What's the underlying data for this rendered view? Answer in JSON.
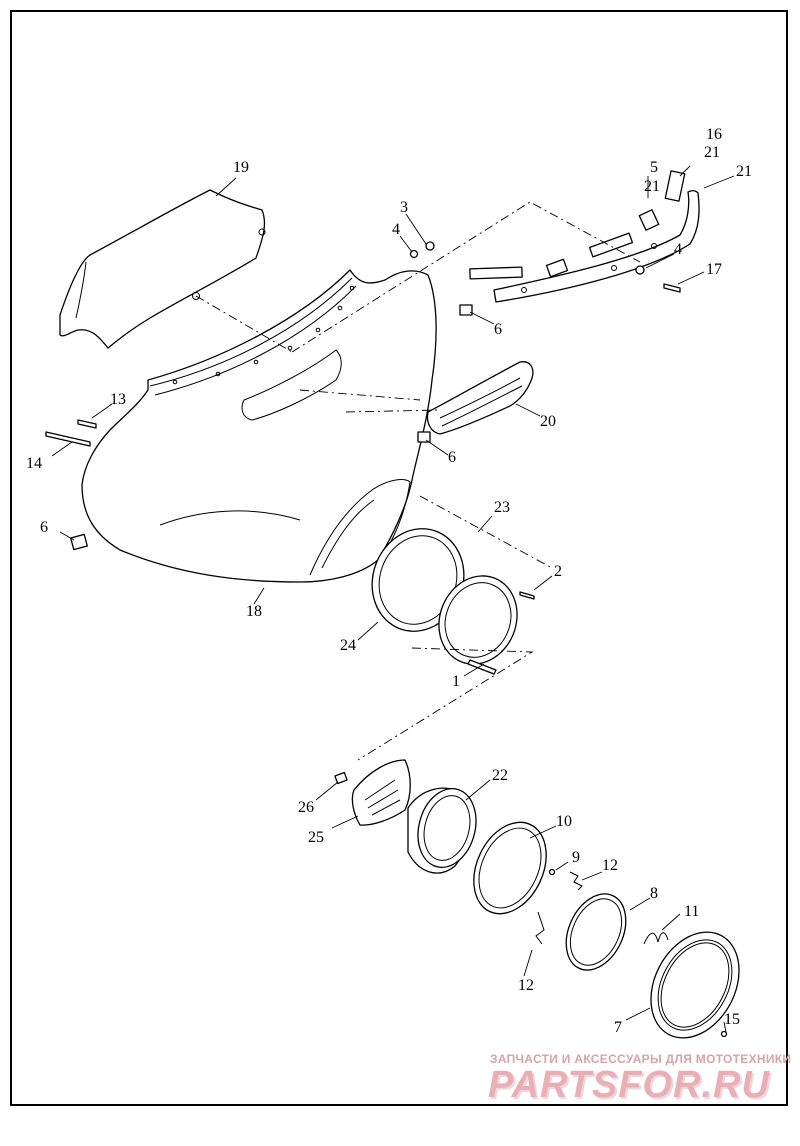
{
  "diagram": {
    "callouts": [
      {
        "id": "c1",
        "text": "1"
      },
      {
        "id": "c2",
        "text": "2"
      },
      {
        "id": "c3",
        "text": "3"
      },
      {
        "id": "c4a",
        "text": "4"
      },
      {
        "id": "c4b",
        "text": "4"
      },
      {
        "id": "c5",
        "text": "5"
      },
      {
        "id": "c6a",
        "text": "6"
      },
      {
        "id": "c6b",
        "text": "6"
      },
      {
        "id": "c6c",
        "text": "6"
      },
      {
        "id": "c7",
        "text": "7"
      },
      {
        "id": "c8",
        "text": "8"
      },
      {
        "id": "c9",
        "text": "9"
      },
      {
        "id": "c10",
        "text": "10"
      },
      {
        "id": "c11",
        "text": "11"
      },
      {
        "id": "c12a",
        "text": "12"
      },
      {
        "id": "c12b",
        "text": "12"
      },
      {
        "id": "c13",
        "text": "13"
      },
      {
        "id": "c14",
        "text": "14"
      },
      {
        "id": "c15",
        "text": "15"
      },
      {
        "id": "c16",
        "text": "16"
      },
      {
        "id": "c17",
        "text": "17"
      },
      {
        "id": "c18",
        "text": "18"
      },
      {
        "id": "c19",
        "text": "19"
      },
      {
        "id": "c20",
        "text": "20"
      },
      {
        "id": "c21a",
        "text": "21"
      },
      {
        "id": "c21b",
        "text": "21"
      },
      {
        "id": "c21c",
        "text": "21"
      },
      {
        "id": "c22",
        "text": "22"
      },
      {
        "id": "c23",
        "text": "23"
      },
      {
        "id": "c24",
        "text": "24"
      },
      {
        "id": "c25",
        "text": "25"
      },
      {
        "id": "c26",
        "text": "26"
      }
    ]
  },
  "watermark": {
    "tagline": "ЗАПЧАСТИ И АКСЕССУАРЫ ДЛЯ МОТОТЕХНИКИ",
    "brand": "PARTSFOR.RU",
    "color": "#e8b0b6"
  }
}
